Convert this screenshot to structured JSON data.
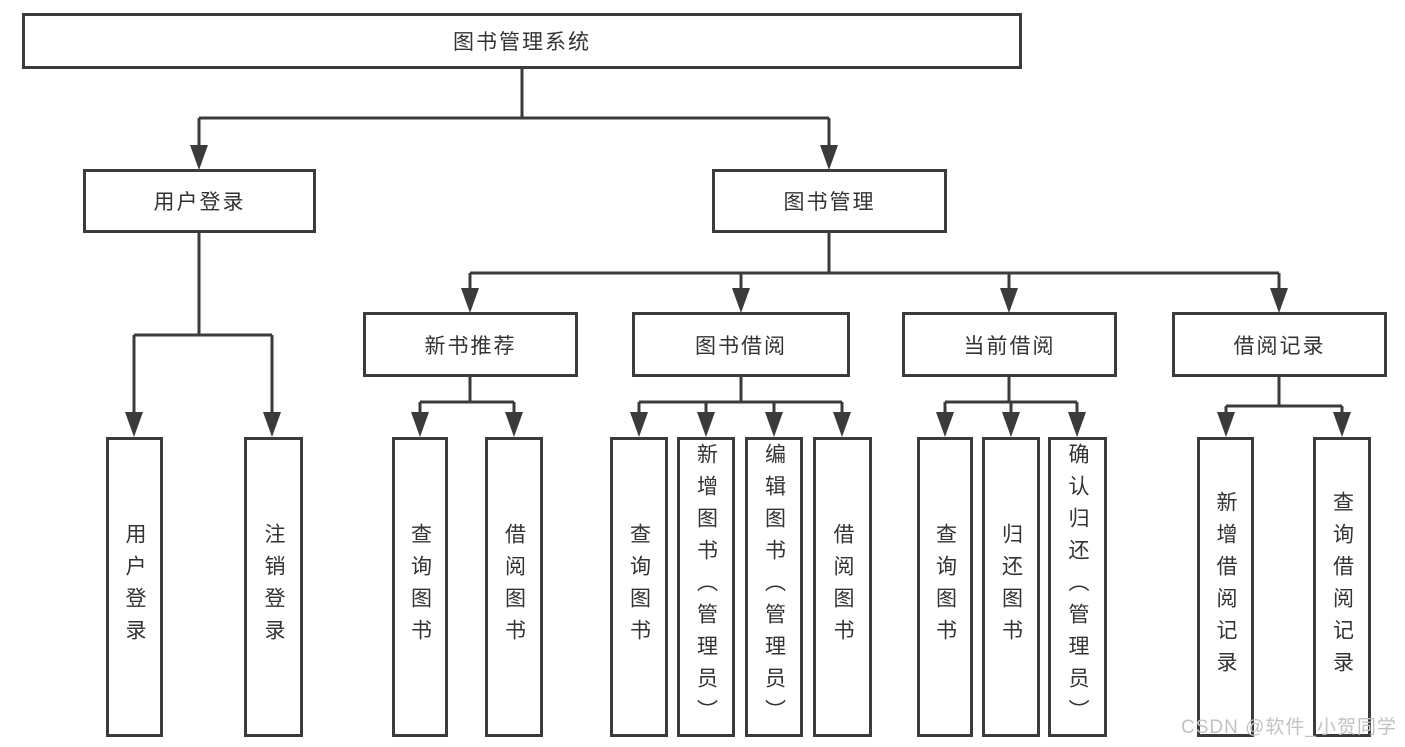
{
  "diagram": {
    "root": {
      "label": "图书管理系统"
    },
    "level1": [
      {
        "label": "用户登录"
      },
      {
        "label": "图书管理"
      }
    ],
    "level2": [
      {
        "label": "新书推荐"
      },
      {
        "label": "图书借阅"
      },
      {
        "label": "当前借阅"
      },
      {
        "label": "借阅记录"
      }
    ],
    "leaves": [
      {
        "label": "用户登录"
      },
      {
        "label": "注销登录"
      },
      {
        "label": "查询图书"
      },
      {
        "label": "借阅图书"
      },
      {
        "label": "查询图书"
      },
      {
        "label": "新增图书（管理员）"
      },
      {
        "label": "编辑图书（管理员）"
      },
      {
        "label": "借阅图书"
      },
      {
        "label": "查询图书"
      },
      {
        "label": "归还图书"
      },
      {
        "label": "确认归还（管理员）"
      },
      {
        "label": "新增借阅记录"
      },
      {
        "label": "查询借阅记录"
      }
    ]
  },
  "watermark": "CSDN @软件_小贺同学",
  "colors": {
    "line": "#3b3b3b",
    "text": "#333333",
    "background": "#ffffff",
    "watermark": "#c2c2c2"
  }
}
